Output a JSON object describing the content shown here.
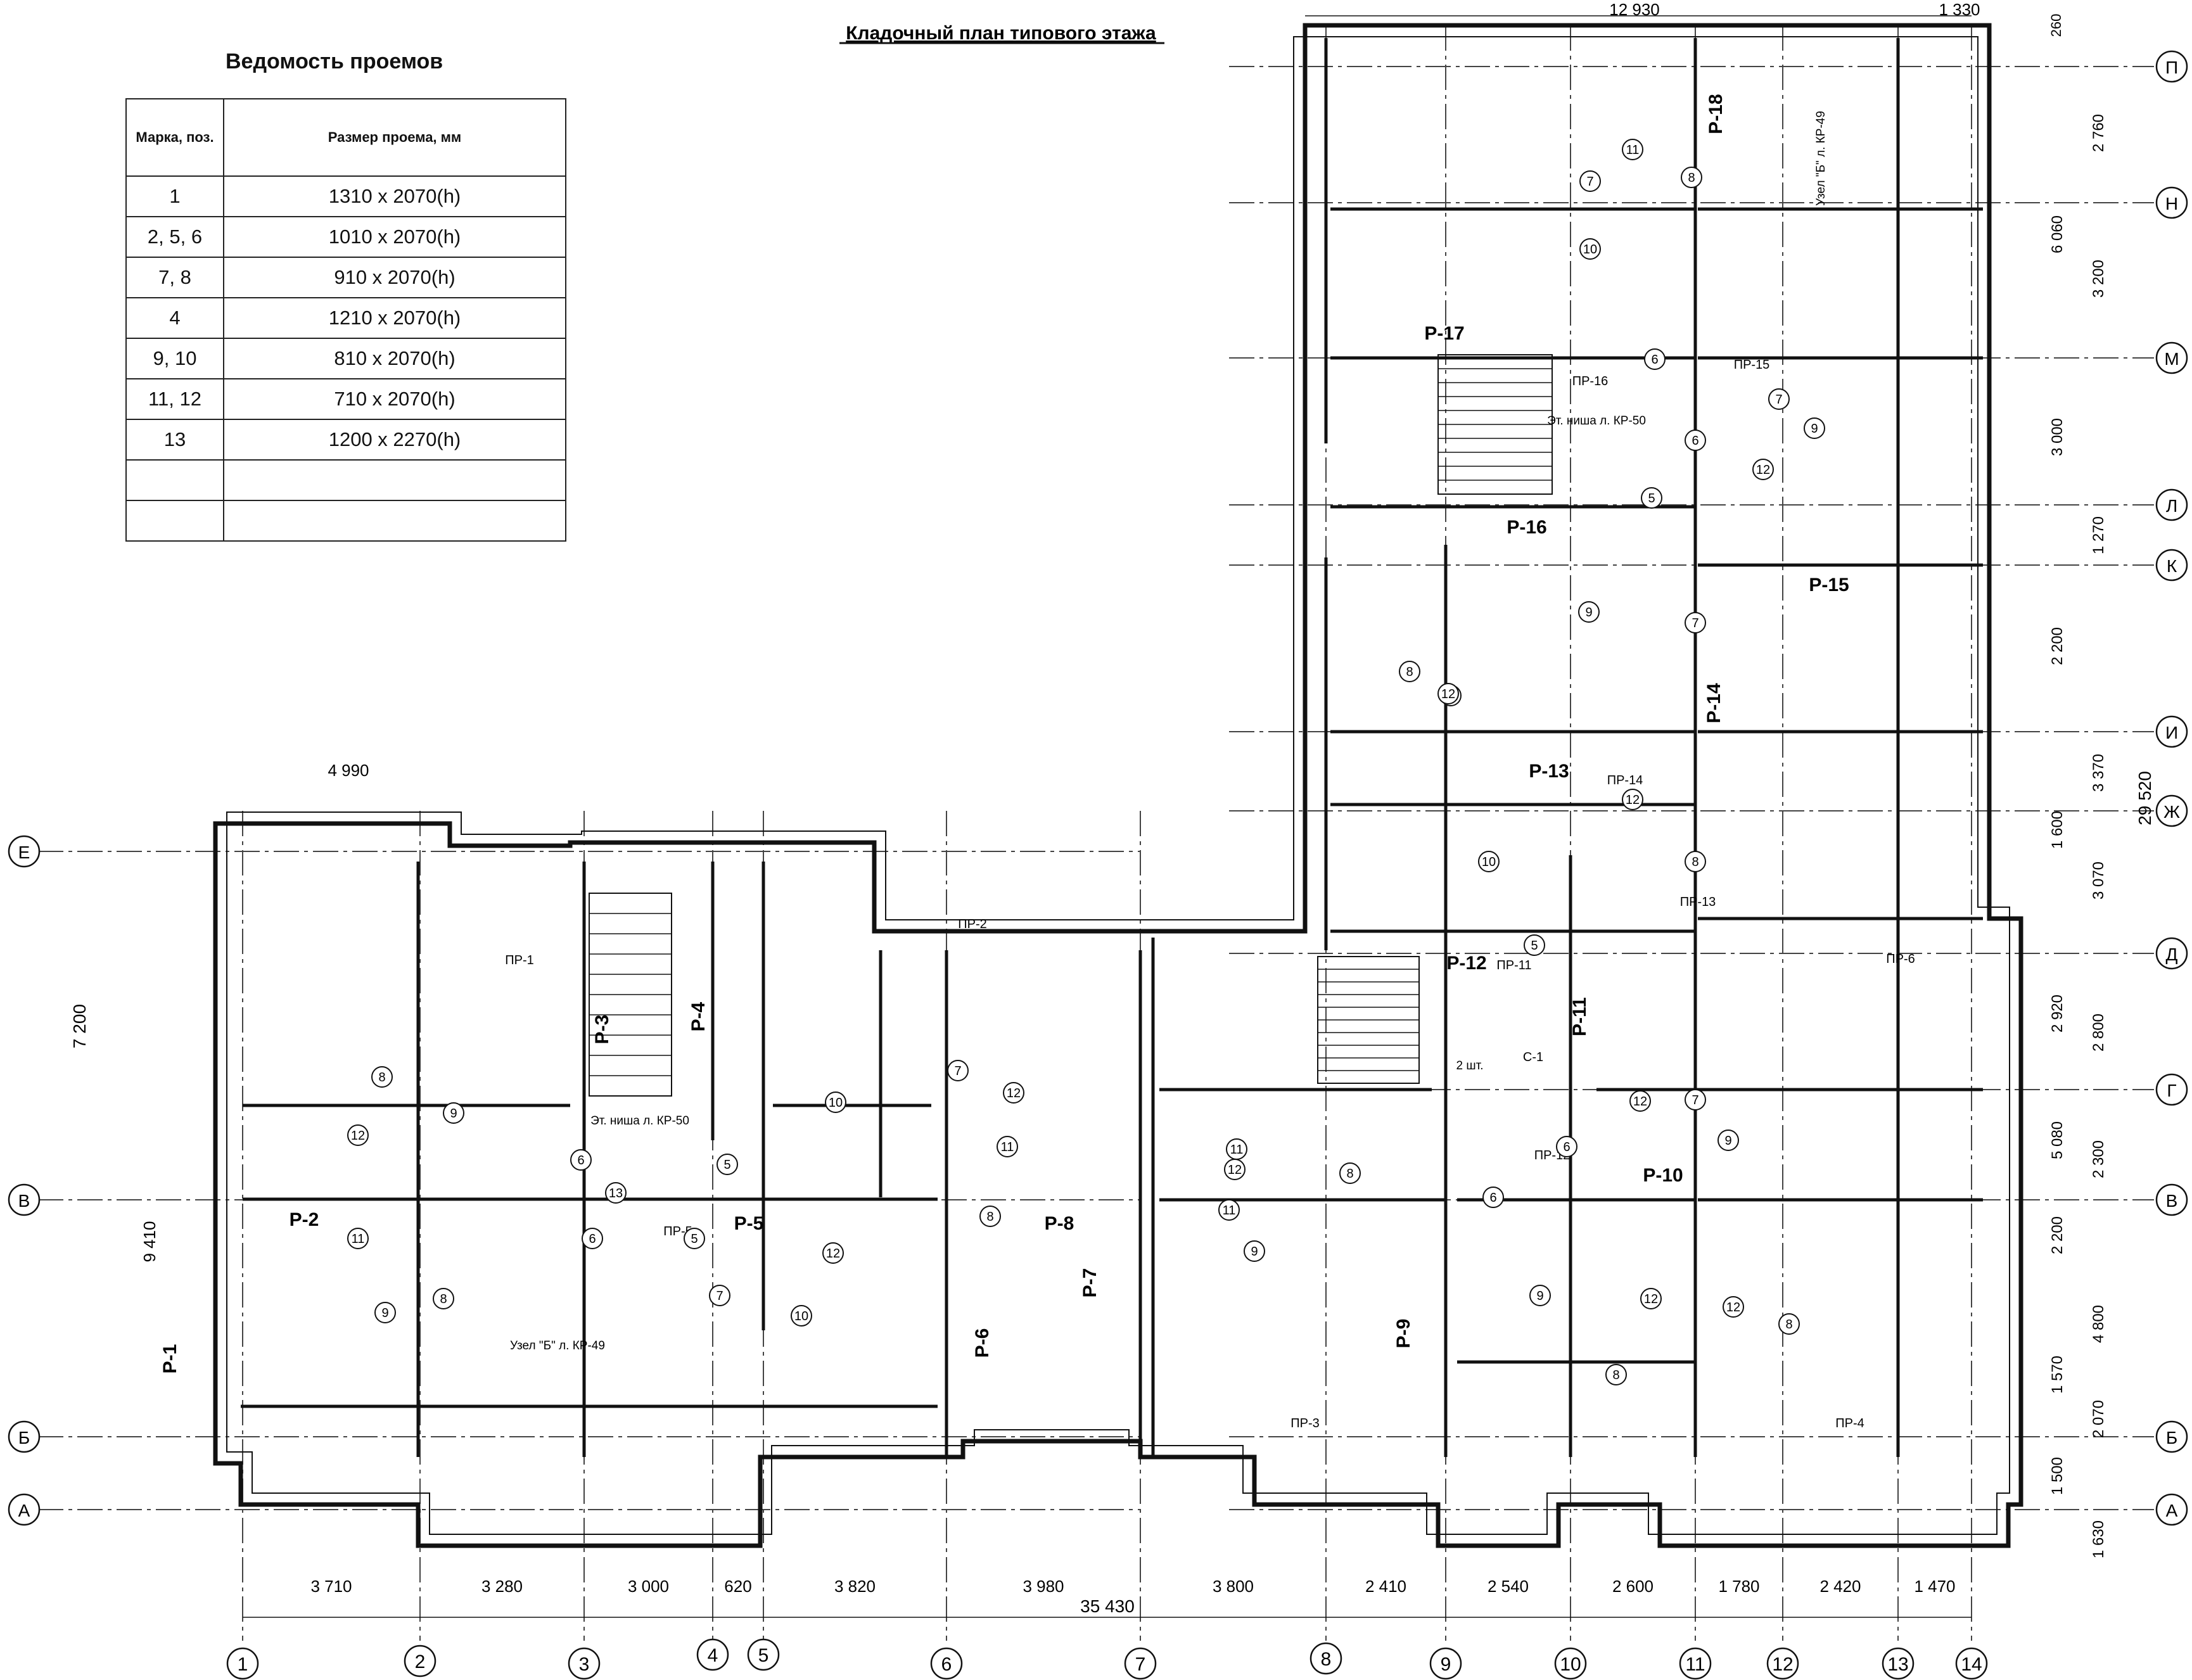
{
  "plan_title": "Кладочный план типового этажа",
  "schedule": {
    "title": "Ведомость проемов",
    "headers": [
      "Марка, поз.",
      "Размер проема, мм"
    ],
    "rows": [
      [
        "1",
        "1310 x 2070(h)"
      ],
      [
        "2, 5, 6",
        "1010 x 2070(h)"
      ],
      [
        "7, 8",
        "910 x 2070(h)"
      ],
      [
        "4",
        "1210 x 2070(h)"
      ],
      [
        "9, 10",
        "810 x 2070(h)"
      ],
      [
        "11, 12",
        "710 x 2070(h)"
      ],
      [
        "13",
        "1200 x 2270(h)"
      ],
      [
        "",
        ""
      ],
      [
        "",
        ""
      ]
    ]
  },
  "axes": {
    "columns": [
      "1",
      "2",
      "3",
      "4",
      "5",
      "6",
      "7",
      "8",
      "9",
      "10",
      "11",
      "12",
      "13",
      "14"
    ],
    "rows_left": [
      "Е",
      "В",
      "Б",
      "А"
    ],
    "rows_right": [
      "П",
      "Н",
      "М",
      "Л",
      "К",
      "И",
      "Ж",
      "Д",
      "Г",
      "В",
      "Б",
      "А"
    ]
  },
  "overall_dims": {
    "top_width": "12 930",
    "top_right": "1 330",
    "top_corner": "260",
    "bottom_total": "35 430",
    "right_total": "29 520",
    "left_total": "7 200",
    "left_lower": "9 410",
    "left_top_width": "4 990"
  },
  "bottom_spans": [
    "3 710",
    "3 280",
    "3 000",
    "620",
    "3 820",
    "3 980",
    "3 800",
    "2 410",
    "2 540",
    "2 600",
    "1 780",
    "2 420",
    "1 470"
  ],
  "right_spans": [
    "2 760",
    "6 060",
    "3 200",
    "3 000",
    "1 270",
    "2 200",
    "3 370",
    "1 600",
    "3 070",
    "2 920",
    "2 800",
    "5 080",
    "2 300",
    "2 200",
    "4 800",
    "1 570",
    "2 070",
    "1 500",
    "1 630"
  ],
  "section_labels": [
    "Р-1",
    "Р-2",
    "Р-3",
    "Р-4",
    "Р-5",
    "Р-6",
    "Р-7",
    "Р-8",
    "Р-9",
    "Р-10",
    "Р-11",
    "Р-12",
    "Р-13",
    "Р-14",
    "Р-15",
    "Р-16",
    "Р-17",
    "Р-18"
  ],
  "lintel_labels": [
    "ПР-1",
    "ПР-2",
    "ПР-3",
    "ПР-4",
    "ПР-5",
    "ПР-6",
    "ПР-11",
    "ПР-12",
    "ПР-13",
    "ПР-14",
    "ПР-15",
    "ПР-16",
    "С-1"
  ],
  "notes": [
    "Эт. ниша л. КР-50",
    "Узел \"Б\" л. КР-49",
    "2 шт."
  ]
}
